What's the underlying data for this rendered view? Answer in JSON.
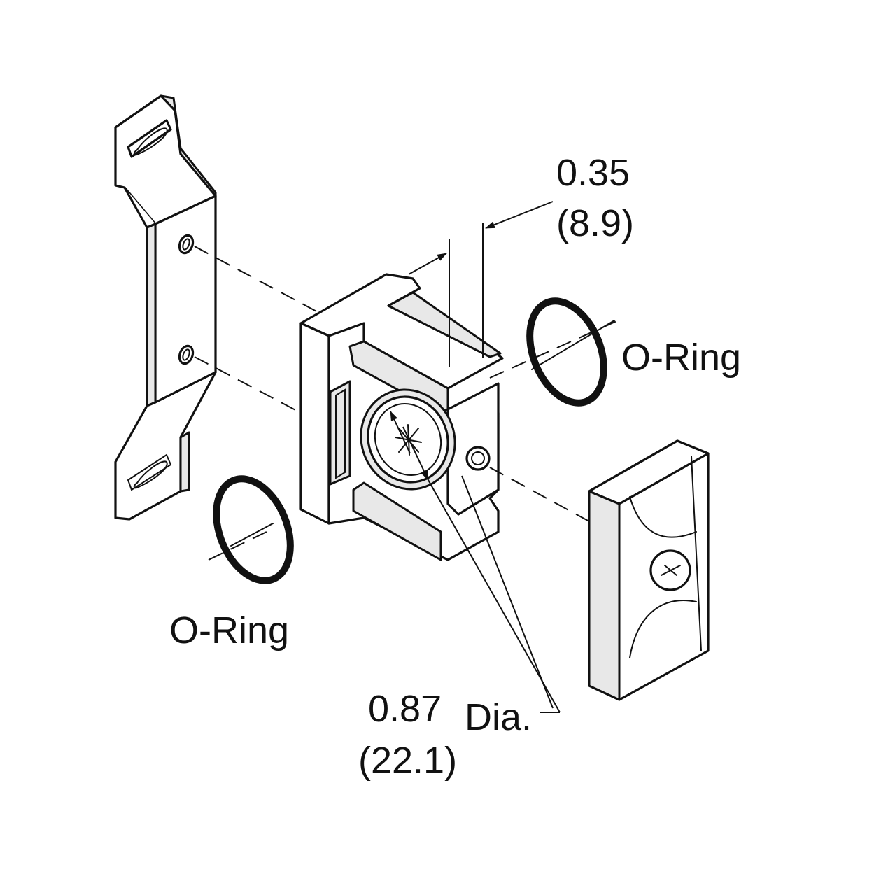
{
  "labels": {
    "oring_top": "O-Ring",
    "oring_bottom": "O-Ring",
    "width_value": "0.35",
    "width_metric": "(8.9)",
    "dia_value": "0.87",
    "dia_unit": "Dia.",
    "dia_metric": "(22.1)"
  },
  "colors": {
    "line": "#111111",
    "shade": "#e8e8e8",
    "background": "#ffffff"
  }
}
